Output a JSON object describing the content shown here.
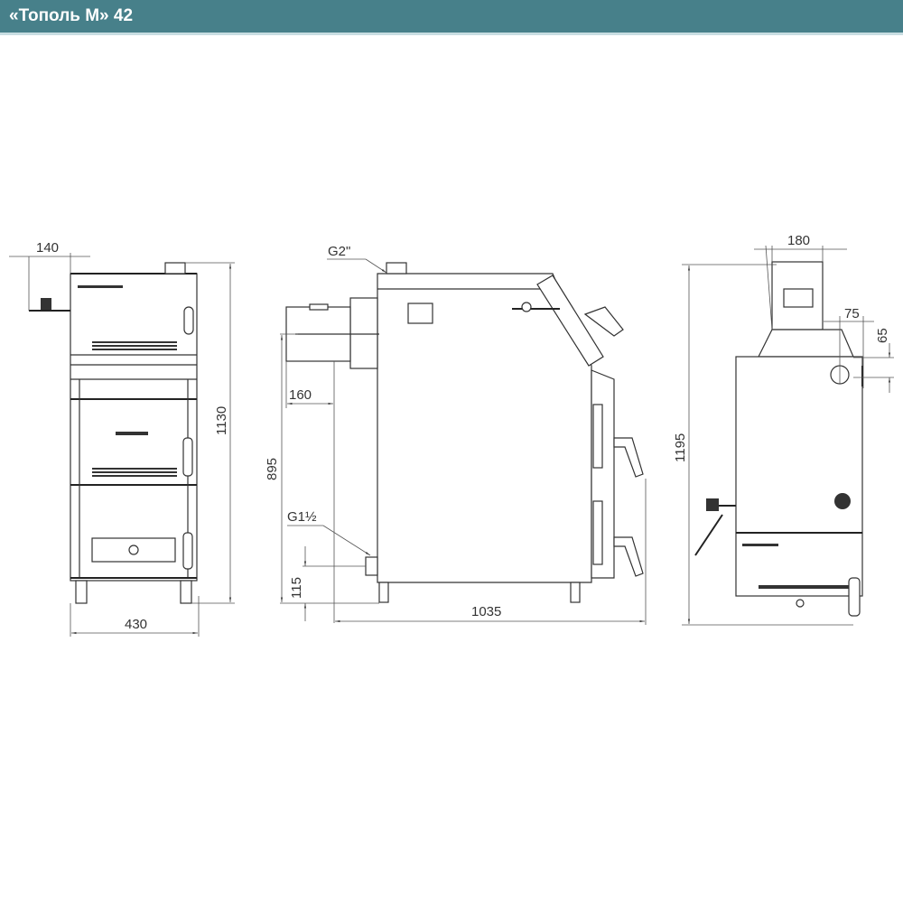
{
  "header": {
    "title": "«Тополь М» 42"
  },
  "front_view": {
    "dim_chimney_offset": "140",
    "dim_height": "1130",
    "dim_width": "430"
  },
  "side_view": {
    "label_top_fitting": "G2\"",
    "label_bottom_fitting": "G1½",
    "dim_flue_length": "160",
    "dim_flue_height": "895",
    "dim_return_height": "115",
    "dim_depth": "1035"
  },
  "rear_view": {
    "dim_flue_diameter": "180",
    "dim_height": "1195",
    "dim_fitting_offset_x": "75",
    "dim_fitting_offset_y": "65"
  }
}
